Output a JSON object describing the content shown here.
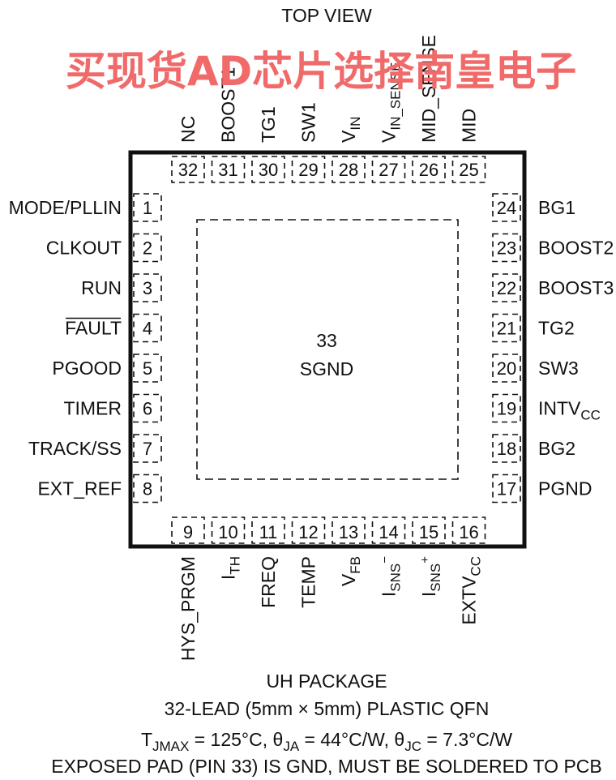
{
  "title": "TOP VIEW",
  "watermark": "买现货AD芯片选择南皇电子",
  "exposed_pad": {
    "number": "33",
    "name": "SGND"
  },
  "pins_left": [
    {
      "num": "1",
      "name": "MODE/PLLIN"
    },
    {
      "num": "2",
      "name": "CLKOUT"
    },
    {
      "num": "3",
      "name": "RUN"
    },
    {
      "num": "4",
      "name": "FAULT",
      "overline": true
    },
    {
      "num": "5",
      "name": "PGOOD"
    },
    {
      "num": "6",
      "name": "TIMER"
    },
    {
      "num": "7",
      "name": "TRACK/SS"
    },
    {
      "num": "8",
      "name": "EXT_REF"
    }
  ],
  "pins_right": [
    {
      "num": "24",
      "name": "BG1"
    },
    {
      "num": "23",
      "name": "BOOST2"
    },
    {
      "num": "22",
      "name": "BOOST3"
    },
    {
      "num": "21",
      "name": "TG2"
    },
    {
      "num": "20",
      "name": "SW3"
    },
    {
      "num": "19",
      "name": "INTV",
      "sub": "CC"
    },
    {
      "num": "18",
      "name": "BG2"
    },
    {
      "num": "17",
      "name": "PGND"
    }
  ],
  "pins_top": [
    {
      "num": "32",
      "name": "NC"
    },
    {
      "num": "31",
      "name": "BOOST1"
    },
    {
      "num": "30",
      "name": "TG1"
    },
    {
      "num": "29",
      "name": "SW1"
    },
    {
      "num": "28",
      "name": "V",
      "sub": "IN"
    },
    {
      "num": "27",
      "name": "V",
      "sub": "IN_SENSE"
    },
    {
      "num": "26",
      "name": "MID_SENSE"
    },
    {
      "num": "25",
      "name": "MID"
    }
  ],
  "pins_bottom": [
    {
      "num": "9",
      "name": "HYS_PRGM"
    },
    {
      "num": "10",
      "name": "I",
      "sub": "TH"
    },
    {
      "num": "11",
      "name": "FREQ"
    },
    {
      "num": "12",
      "name": "TEMP"
    },
    {
      "num": "13",
      "name": "V",
      "sub": "FB"
    },
    {
      "num": "14",
      "name": "I",
      "sub": "SNS",
      "sup": "−"
    },
    {
      "num": "15",
      "name": "I",
      "sub": "SNS",
      "sup": "+"
    },
    {
      "num": "16",
      "name": "EXTV",
      "sub": "CC"
    }
  ],
  "footer": {
    "package": "UH PACKAGE",
    "lead": "32-LEAD (5mm × 5mm) PLASTIC QFN",
    "thermal": {
      "tj": "T",
      "tj_sub": "JMAX",
      "tj_val": " = 125°C, ",
      "ja": "θ",
      "ja_sub": "JA",
      "ja_val": " = 44°C/W, ",
      "jc": "θ",
      "jc_sub": "JC",
      "jc_val": " = 7.3°C/W"
    },
    "note": "EXPOSED PAD (PIN 33) IS GND, MUST BE SOLDERED TO PCB"
  }
}
